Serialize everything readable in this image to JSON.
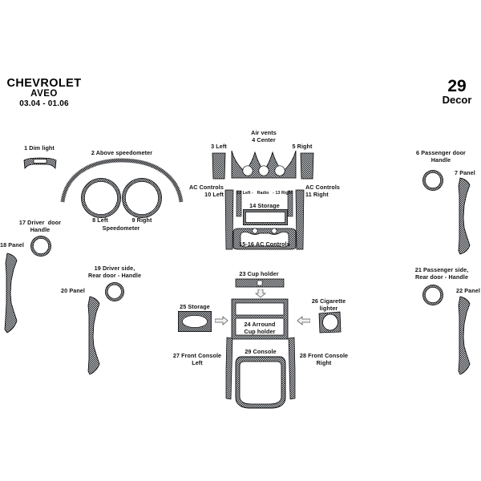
{
  "header": {
    "make": "CHEVROLET",
    "model": "AVEO",
    "years": "03.04 - 01.06",
    "count": "29",
    "decor_label": "Decor"
  },
  "parts": {
    "dim_light": "1 Dim light",
    "above_speedometer": "2 Above speedometer",
    "vent_left": "3 Left",
    "air_vents": "Air vents",
    "vent_center": "4 Center",
    "vent_right": "5 Right",
    "passenger_door_handle_l1": "6 Passenger door",
    "passenger_door_handle_l2": "Handle",
    "panel_7": "7 Panel",
    "speedo_left": "8 Left",
    "speedo_right": "9 Right",
    "speedometer": "Speedometer",
    "ac_controls_left_l1": "AC Controls",
    "ac_controls_left_l2": "10 Left",
    "ac_controls_right_l1": "AC Controls",
    "ac_controls_right_l2": "11 Right",
    "radio_row": "12 Left -   Radio   - 13 Right",
    "storage_14": "14 Storage",
    "ac_controls_15_16": "15-16 AC Controls",
    "driver_door_handle_l1": "17 Driver  door",
    "driver_door_handle_l2": "Handle",
    "panel_18": "18 Panel",
    "driver_rear_l1": "19 Driver side,",
    "driver_rear_l2": "Rear door - Handle",
    "panel_20": "20 Panel",
    "passenger_rear_l1": "21 Passenger side,",
    "passenger_rear_l2": "Rear door - Handle",
    "panel_22": "22 Panel",
    "cup_holder_23": "23 Cup holder",
    "around_cup_l1": "24 Arround",
    "around_cup_l2": "Cup holder",
    "storage_25": "25 Storage",
    "cigarette_l1": "26 Cigarette",
    "cigarette_l2": "lighter",
    "front_console_left_l1": "27 Front Console",
    "front_console_left_l2": "Left",
    "front_console_right_l1": "28 Front Console",
    "front_console_right_l2": "Right",
    "console_29": "29 Console"
  },
  "colors": {
    "carbon_dark": "#16181a",
    "carbon_light": "#e1e4e8",
    "text": "#111111",
    "background": "#ffffff"
  }
}
